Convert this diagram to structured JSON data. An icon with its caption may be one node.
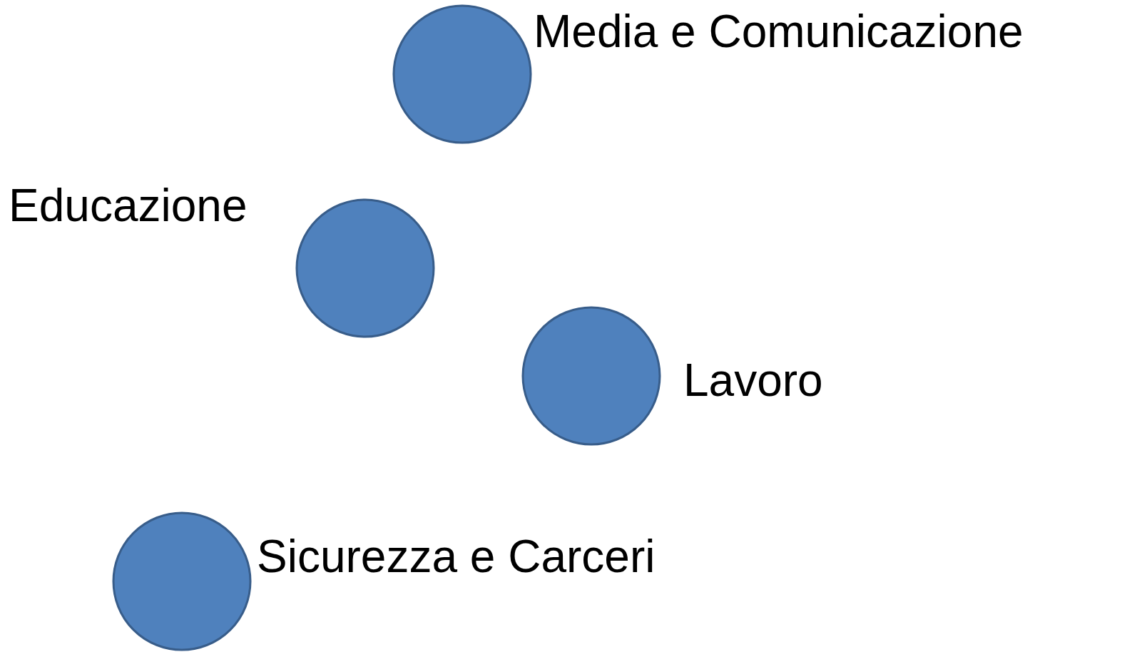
{
  "diagram": {
    "nodes": [
      {
        "text": [
          "Media e Comunicazione"
        ]
      },
      {
        "text": [
          "Educazione"
        ]
      },
      {
        "text": [
          "Lavoro"
        ]
      },
      {
        "text": [
          "Sicurezza e Carceri"
        ]
      }
    ]
  }
}
